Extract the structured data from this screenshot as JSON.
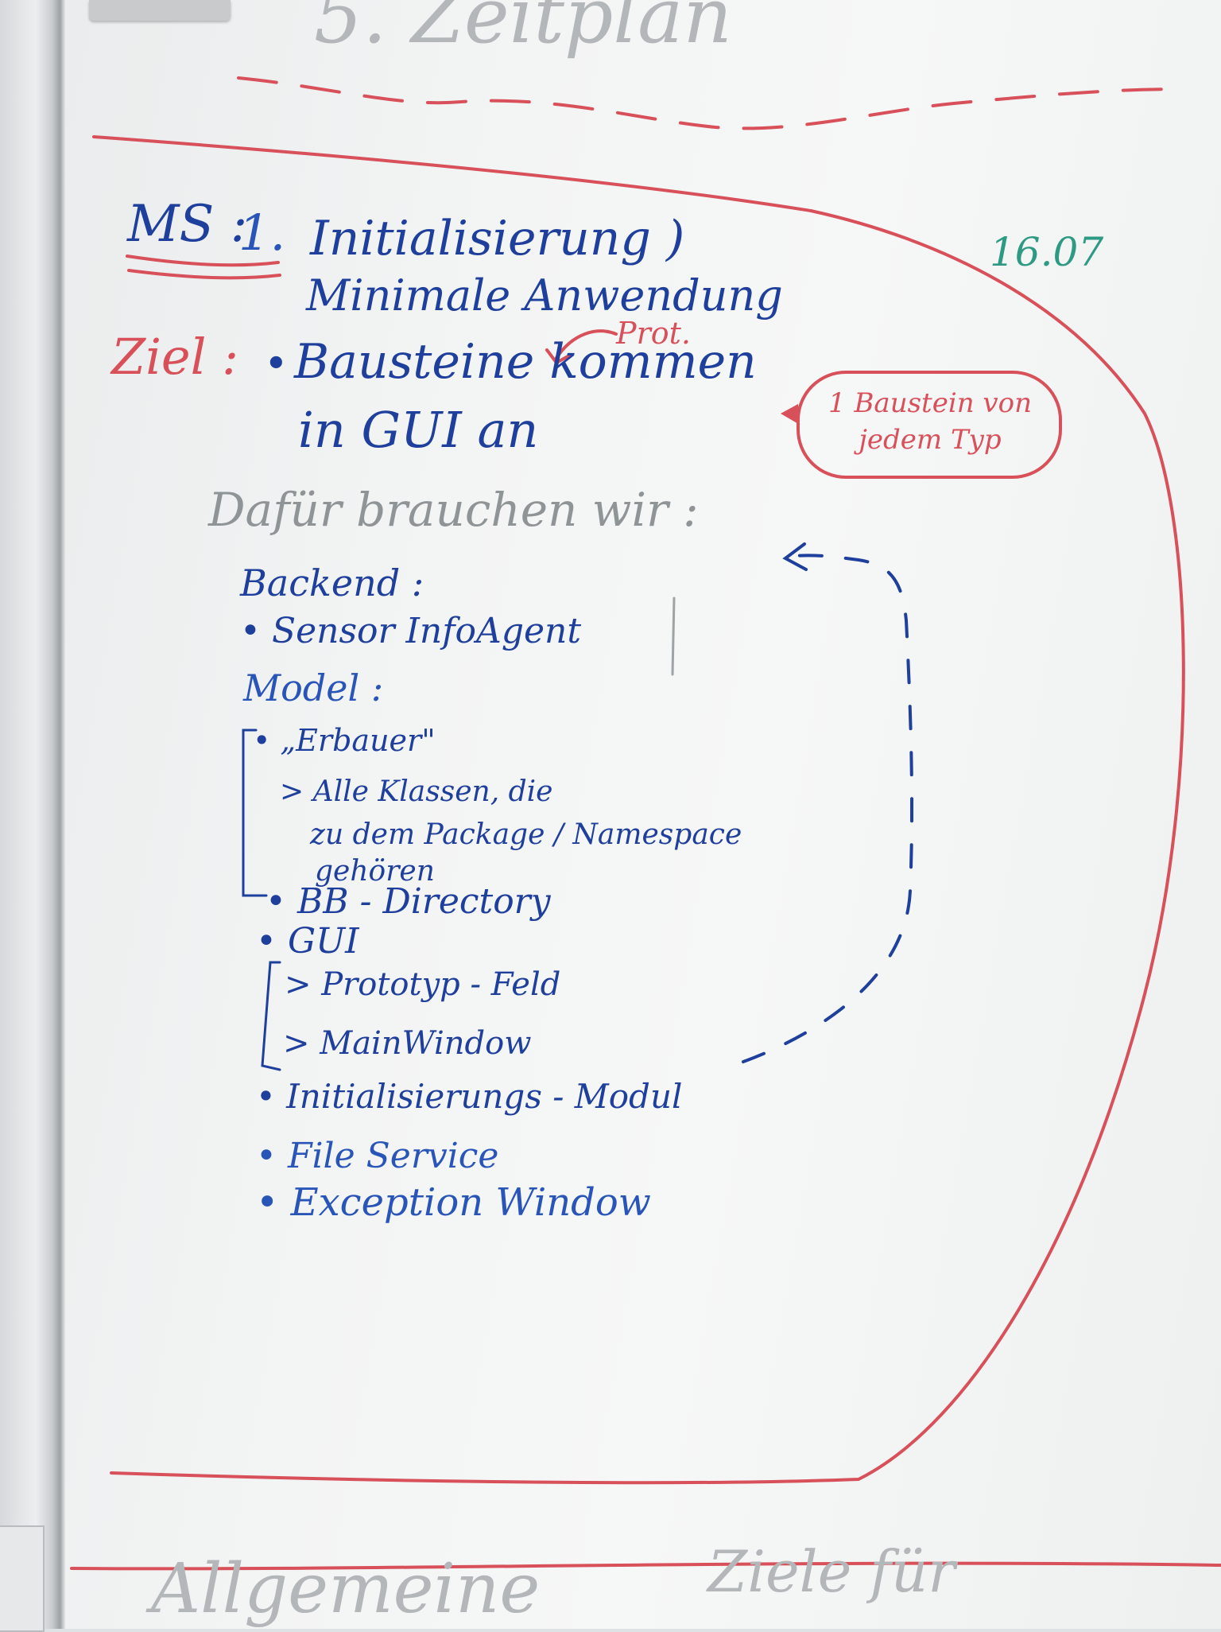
{
  "whiteboard": {
    "faded_heading": "5. Zeitplan",
    "milestone": {
      "prefix": "MS :",
      "number": "1.",
      "title_line1": "Initialisierung )",
      "title_line2": "Minimale Anwendung",
      "date": "16.07"
    },
    "goal": {
      "label": "Ziel :",
      "bullet": "•",
      "line1": "Bausteine kommen",
      "line2": "in GUI an",
      "insert_word": "Prot.",
      "note_box": "1 Baustein von jedem Typ"
    },
    "need_heading": "Dafür brauchen wir :",
    "backend": {
      "heading": "Backend :",
      "items": [
        "• Sensor InfoAgent"
      ]
    },
    "model": {
      "heading": "Model :",
      "builder": "• „Erbauer\"",
      "builder_sub1": "> Alle Klassen, die",
      "builder_sub2": "zu dem Package / Namespace",
      "builder_sub3": "gehören",
      "directory": "• BB - Directory"
    },
    "gui": {
      "heading": "• GUI",
      "sub1": "> Prototyp - Feld",
      "sub2": "> MainWindow"
    },
    "more_items": [
      "• Initialisierungs - Modul",
      "• File Service",
      "• Exception Window"
    ],
    "faded_bottom_left": "Allgemeine",
    "faded_bottom_right": "Ziele für"
  },
  "colors": {
    "blue_marker": "#1f3f9c",
    "red_marker": "#d8505a",
    "green_marker": "#2f9a83",
    "ghost_text": "#b3b7ba"
  }
}
